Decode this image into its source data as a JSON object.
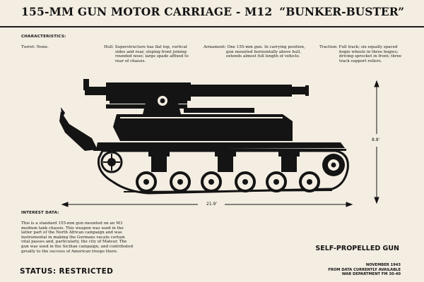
{
  "header": {
    "title": "155-MM GUN MOTOR CARRIAGE - M12",
    "nickname": "“BUNKER-BUSTER”"
  },
  "characteristics": {
    "heading": "CHARACTERISTICS:",
    "turret": "Turret: None.",
    "hull": [
      "Hull: Superstructure has flat top, vertical",
      "sides and rear, sloping front joining",
      "rounded nose; large spade affixed to",
      "rear of chassis."
    ],
    "armament": [
      "Armament: One 155-mm gun. In carrying position,",
      "gun mounted horizontally above hull,",
      "extends almost full length of vehicle."
    ],
    "traction": [
      "Traction: Full track; six equally spaced",
      "bogie wheels in three bogies;",
      "driving sprocket in front; three",
      "track support rollers."
    ]
  },
  "dimensions": {
    "length": "21.9'",
    "height": "8.8'"
  },
  "interest": {
    "heading": "INTEREST DATA:",
    "lines": [
      "This is a standard 155-mm gun mounted on an M3",
      "medium tank chassis. This weapon was used in the",
      "latter part of the North African campaign and was",
      "instrumental in making the Germans vacate certain",
      "vital passes and, particularly, the city of Mateur. The",
      "gun was used in the Sicilian campaign, and contributed",
      "greatly to the success of American troops there."
    ]
  },
  "footer": {
    "classification": "SELF-PROPELLED GUN",
    "status": "STATUS: RESTRICTED",
    "source": [
      "NOVEMBER 1943",
      "FROM DATA CURRENTLY AVAILABLE",
      "WAR DEPARTMENT FM 30-40"
    ]
  }
}
